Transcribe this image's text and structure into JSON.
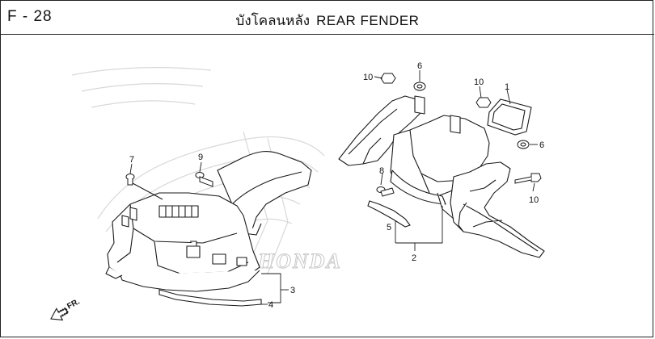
{
  "header": {
    "figure_code": "F - 28",
    "title_thai": "บังโคลนหลัง",
    "title_en": "REAR FENDER"
  },
  "callouts": {
    "c1": "1",
    "c2": "2",
    "c3": "3",
    "c4": "4",
    "c5": "5",
    "c6a": "6",
    "c6b": "6",
    "c7": "7",
    "c8": "8",
    "c9": "9",
    "c10a": "10",
    "c10b": "10",
    "c10c": "10"
  },
  "orientation": {
    "front_label": "FR."
  },
  "watermark": {
    "brand": "HONDA"
  },
  "colors": {
    "line": "#1a1a1a",
    "watermark": "#cfcfcf"
  }
}
